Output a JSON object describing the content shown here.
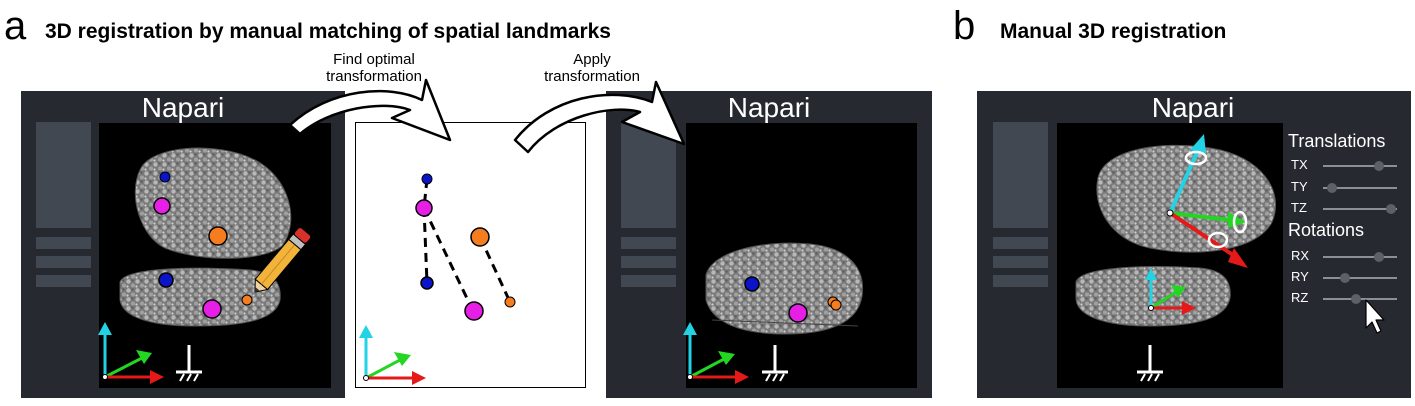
{
  "panel_a": {
    "letter": "a",
    "title": "3D registration by manual matching of spatial landmarks",
    "caption_find": [
      "Find optimal",
      "transformation"
    ],
    "caption_apply": [
      "Apply",
      "transformation"
    ],
    "left_window_title": "Napari",
    "right_window_title": "Napari"
  },
  "panel_b": {
    "letter": "b",
    "title": "Manual 3D registration",
    "window_title": "Napari",
    "translations_heading": "Translations",
    "rotations_heading": "Rotations",
    "sliders": [
      {
        "label": "TX",
        "value": 0.75
      },
      {
        "label": "TY",
        "value": 0.12
      },
      {
        "label": "TZ",
        "value": 0.92
      },
      {
        "label": "RX",
        "value": 0.75
      },
      {
        "label": "RY",
        "value": 0.3
      },
      {
        "label": "RZ",
        "value": 0.45
      }
    ]
  },
  "colors": {
    "landmark_blue": "#0b14c8",
    "landmark_magenta": "#e61ee6",
    "landmark_orange": "#f57c1f",
    "axis_cyan": "#22d3e6",
    "axis_green": "#22d622",
    "axis_red": "#e61919",
    "window_bg": "#262930",
    "sidebar_bar": "#414851"
  }
}
